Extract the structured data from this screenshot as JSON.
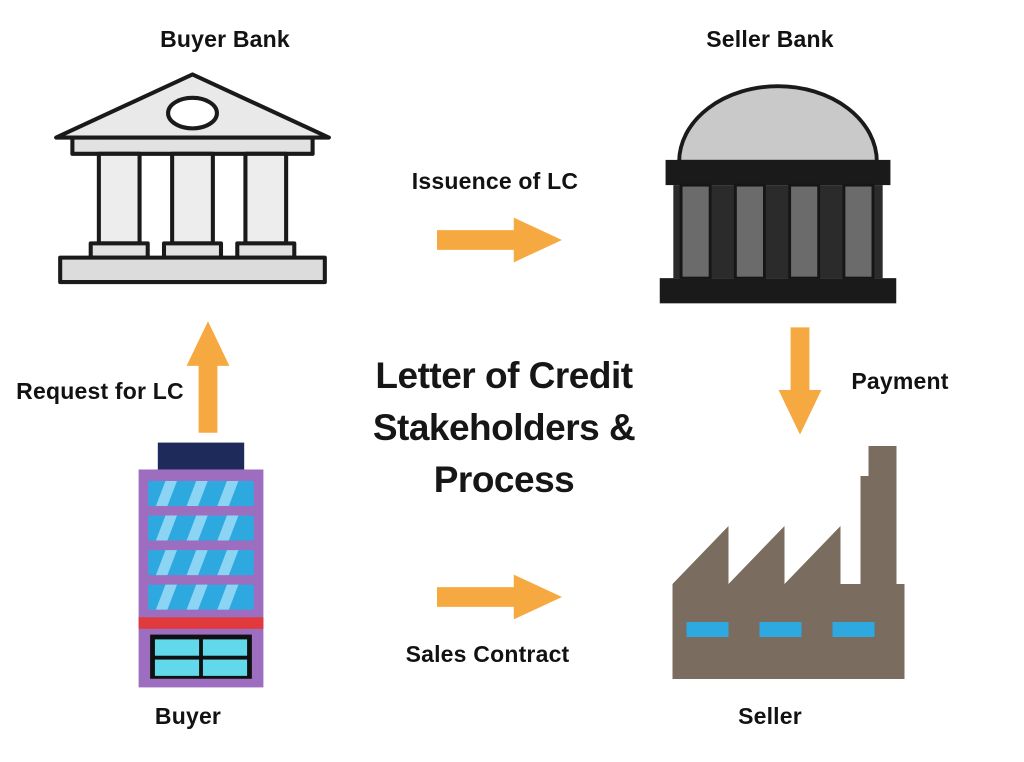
{
  "title": {
    "line1": "Letter of Credit",
    "line2": "Stakeholders & Process"
  },
  "nodes": {
    "buyer_bank": "Buyer Bank",
    "seller_bank": "Seller Bank",
    "buyer": "Buyer",
    "seller": "Seller"
  },
  "flows": {
    "issuance": "Issuence of LC",
    "request": "Request for LC",
    "payment": "Payment",
    "sales_contract": "Sales Contract"
  },
  "colors": {
    "arrow": "#F7A941",
    "buyer_bank_fill": "#E9E9E9",
    "buyer_bank_outline": "#1A1A1A",
    "seller_bank_dome": "#C9C9C9",
    "seller_bank_dark": "#1A1A1A",
    "seller_bank_column": "#6B6B6B",
    "buyer_building_body": "#9D6EC0",
    "buyer_building_roof": "#1E2A5A",
    "buyer_building_window": "#2EA9E0",
    "buyer_building_stripe_red": "#E03A3C",
    "buyer_building_pane": "#62D9EA",
    "factory_body": "#7A6C5E",
    "factory_window": "#2EA9E0"
  }
}
